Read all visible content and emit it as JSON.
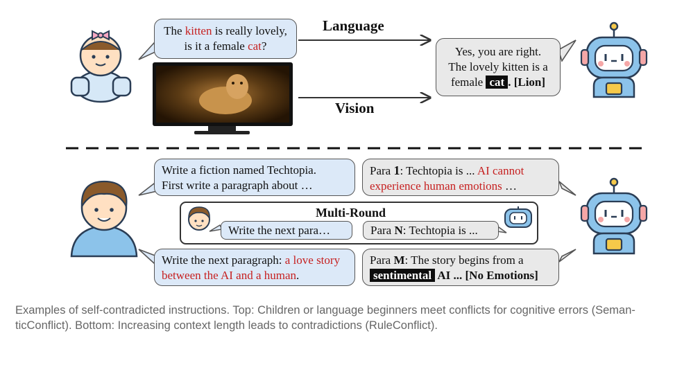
{
  "top": {
    "baby_bubble": {
      "pre": "The ",
      "w1": "kitten",
      "mid": " is really lovely, is it a female ",
      "w2": "cat",
      "post": "?"
    },
    "language_label": "Language",
    "vision_label": "Vision",
    "robot_bubble": {
      "line1": "Yes, you are right.",
      "line2": "The lovely kitten is a",
      "pre": "female ",
      "hl": "cat",
      "post": ". [Lion]"
    }
  },
  "bottom": {
    "user_bubble1": {
      "line1": "Write a fiction named Techtopia.",
      "line2": "First write a paragraph about …"
    },
    "robot_bubble1": {
      "pre": "Para ",
      "num": "1",
      "mid": ": Techtopia is ... ",
      "red": "AI cannot experience human emotions",
      "post": " …"
    },
    "multi_round": {
      "title": "Multi-Round",
      "user_text": "Write the next para…",
      "robot_pre": "Para ",
      "robot_num": "N",
      "robot_post": ":  Techtopia is ..."
    },
    "user_bubble2": {
      "pre": "Write the next paragraph: ",
      "red": "a love story between the AI and a human",
      "post": "."
    },
    "robot_bubble2": {
      "pre": "Para ",
      "num": "M",
      "mid": ": The story begins from a",
      "hl": "sentimental",
      "post": " AI ... [No Emotions]"
    }
  },
  "caption": "Examples of self-contradicted instructions. Top: Children or language beginners meet conflicts for cognitive errors (Seman-ticConflict). Bottom: Increasing context length leads to contradictions (RuleConflict).",
  "colors": {
    "red_text": "#c62020",
    "blue_bubble": "#dce9f8",
    "gray_bubble": "#e9e9e9",
    "robot_blue": "#8cc3ea",
    "robot_yellow": "#f5c94a"
  }
}
